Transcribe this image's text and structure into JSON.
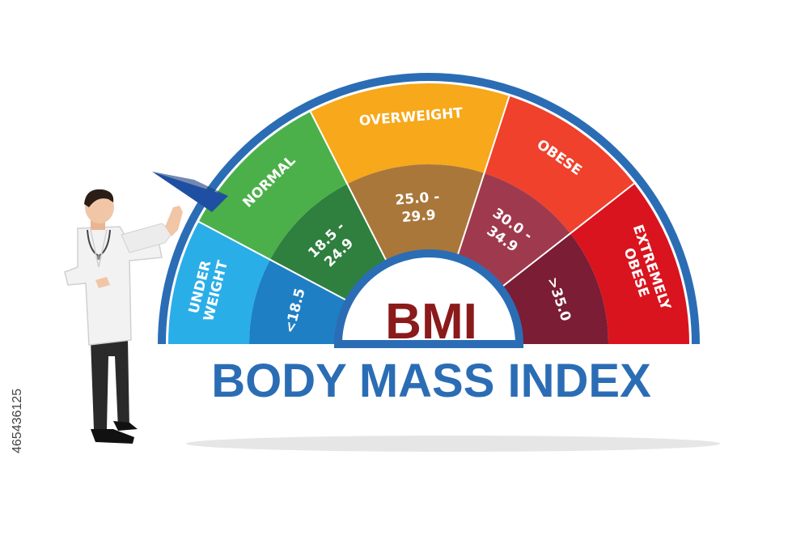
{
  "gauge": {
    "center_label": "BMI",
    "title": "BODY MASS INDEX",
    "colors": {
      "ring": "#2b6db5",
      "inner_ring": "#2b6db5",
      "bmi_text": "#8b1a1a",
      "title_text": "#2b6db5",
      "pointer": "#1f4fa3"
    },
    "segments": [
      {
        "name": "UNDER WEIGHT",
        "range": "<18.5",
        "outer_color": "#29aee8",
        "inner_color": "#1f7fc4"
      },
      {
        "name": "NORMAL",
        "range": "18.5 - 24.9",
        "outer_color": "#4cb04a",
        "inner_color": "#2f7f3f"
      },
      {
        "name": "OVERWEIGHT",
        "range": "25.0 - 29.9",
        "outer_color": "#f7a81b",
        "inner_color": "#a9773a"
      },
      {
        "name": "OBESE",
        "range": "30.0 - 34.9",
        "outer_color": "#f0412c",
        "inner_color": "#9f3a4e"
      },
      {
        "name": "EXTREMELY OBESE",
        "range": ">35.0",
        "outer_color": "#d9141e",
        "inner_color": "#7a1d35"
      }
    ],
    "pointer_icon": "arrow-pointer-icon"
  },
  "figure": {
    "icon": "doctor-figure-icon",
    "coat_color": "#f2f2f2",
    "pants_color": "#2a2a2a"
  },
  "watermark": {
    "stock_id": "465436125"
  }
}
